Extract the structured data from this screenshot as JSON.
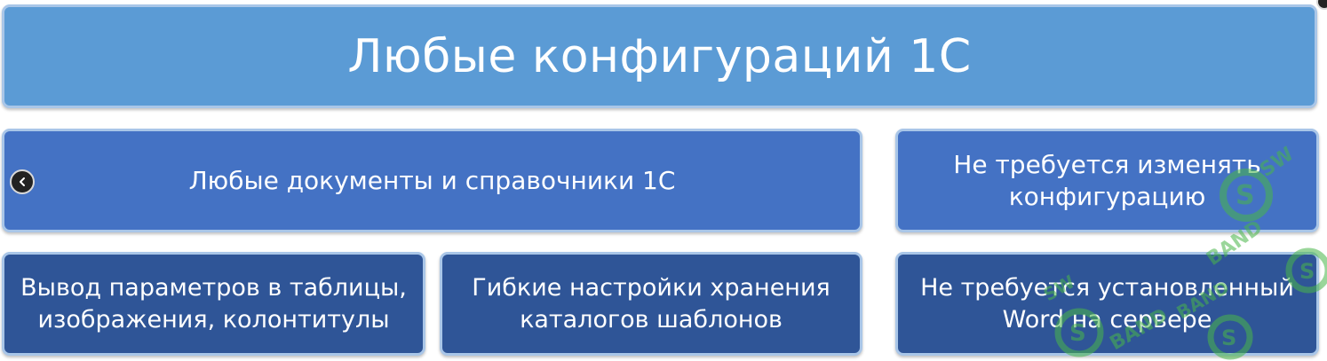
{
  "title": "Любые конфигураций 1С",
  "row1": {
    "left": "Любые документы и справочники 1С",
    "right_line1": "Не требуется изменять",
    "right_line2": "конфигурацию"
  },
  "row2": {
    "left_line1": "Вывод параметров в таблицы,",
    "left_line2": "изображения, колонтитулы",
    "middle_line1": "Гибкие настройки хранения",
    "middle_line2": "каталогов шаблонов",
    "right_line1": "Не требуется установленный",
    "right_line2": "Word на сервере"
  },
  "colors": {
    "title_fill": "#5b9bd5",
    "mid_fill": "#4472c4",
    "low_fill": "#2f5597",
    "border": "#a9c6e8",
    "watermark": "#49b649"
  },
  "icons": {
    "nav": "chevron-left-icon",
    "watermark": "swband-watermark-logo"
  },
  "watermark": {
    "text": "SW BAND"
  }
}
